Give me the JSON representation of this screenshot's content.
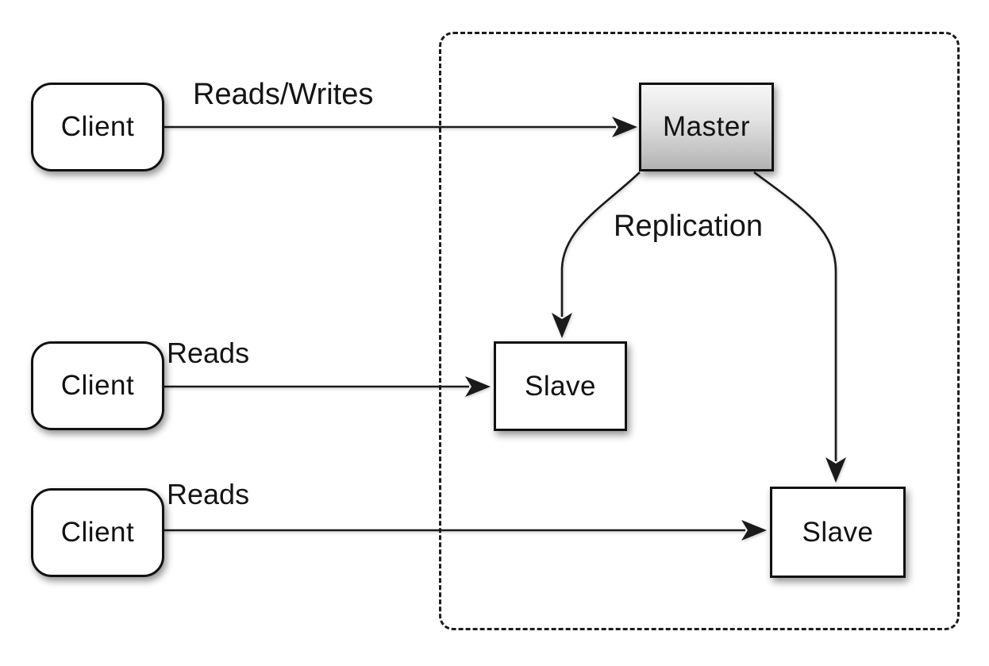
{
  "diagram": {
    "background_color": "#ffffff",
    "stroke_color": "#1a1a1a",
    "node_border_color": "#111111",
    "master_fill_top": "#f7f7f7",
    "master_fill_bottom": "#b3b3b3",
    "nodes": {
      "clients": [
        {
          "label": "Client"
        },
        {
          "label": "Client"
        },
        {
          "label": "Client"
        }
      ],
      "master": {
        "label": "Master"
      },
      "slaves": [
        {
          "label": "Slave"
        },
        {
          "label": "Slave"
        }
      ]
    },
    "edge_labels": {
      "client1_to_master": "Reads/Writes",
      "client2_to_slave1": "Reads",
      "client3_to_slave2": "Reads",
      "master_to_slaves": "Replication"
    }
  }
}
